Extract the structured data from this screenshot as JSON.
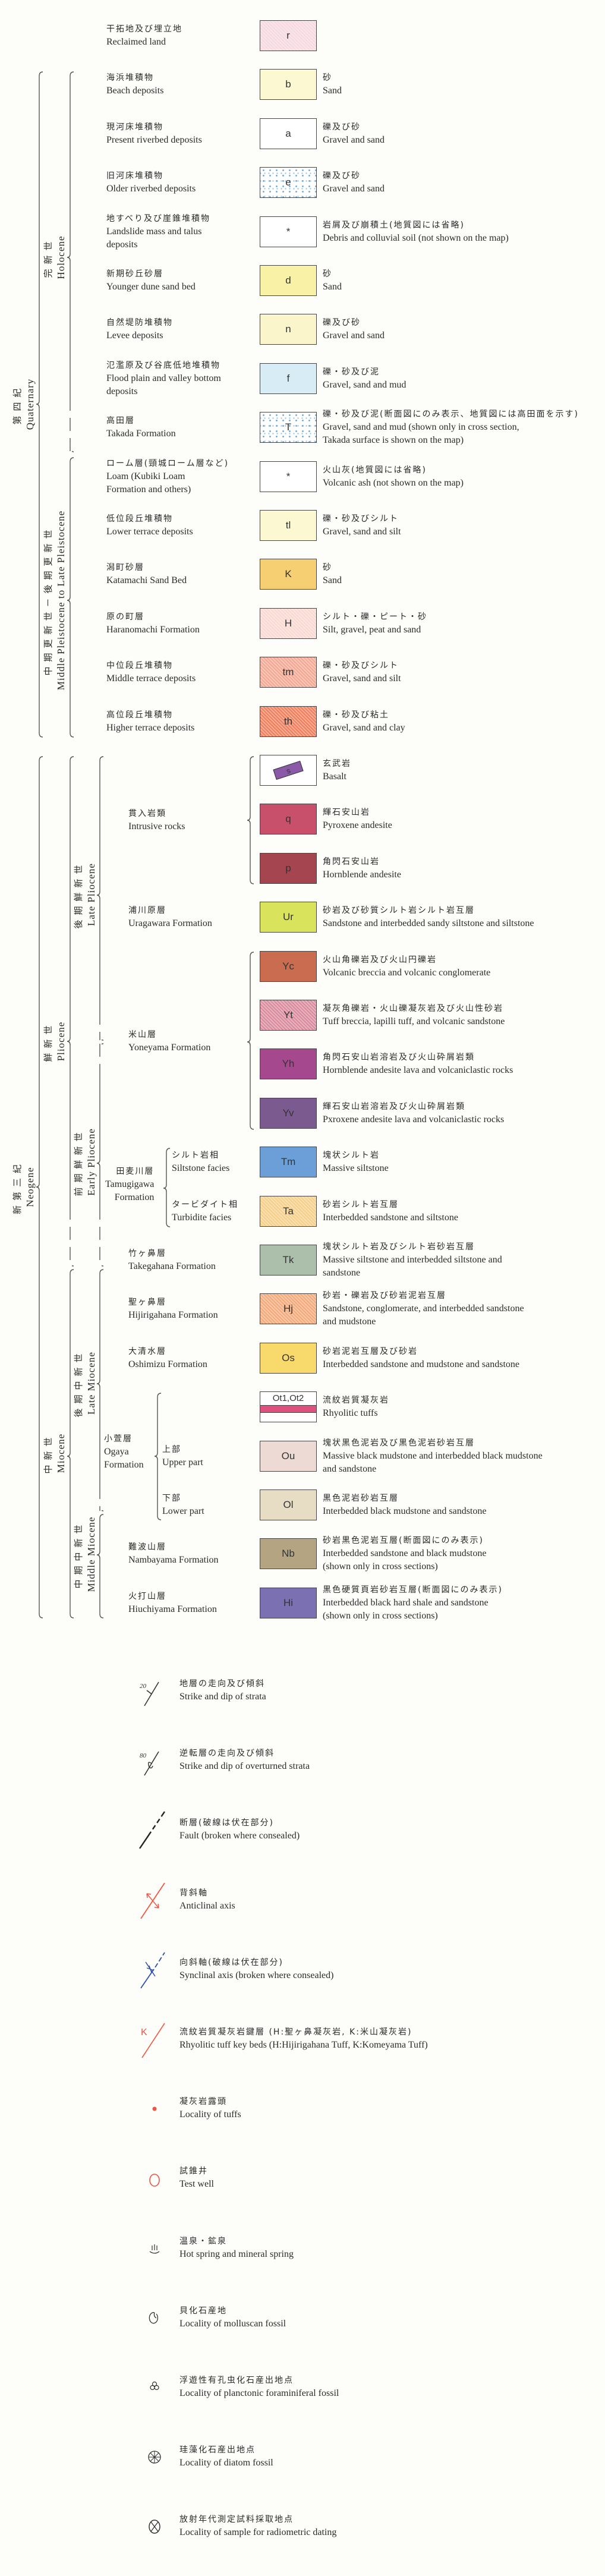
{
  "ages": {
    "quaternary": {
      "ja": "第四紀",
      "en": "Quaternary"
    },
    "holocene": {
      "ja": "完新世",
      "en": "Holocene"
    },
    "pleistocene": {
      "ja": "中期更新世－後期更新世",
      "en": "Middle Pleistocene to Late Pleistocene"
    },
    "neogene": {
      "ja": "新第三紀",
      "en": "Neogene"
    },
    "pliocene": {
      "ja": "鮮新世",
      "en": "Pliocene"
    },
    "miocene": {
      "ja": "中新世",
      "en": "Miocene"
    },
    "late_pliocene": {
      "ja": "後期鮮新世",
      "en": "Late Pliocene"
    },
    "early_pliocene": {
      "ja": "前期鮮新世",
      "en": "Early Pliocene"
    },
    "late_miocene": {
      "ja": "後期中新世",
      "en": "Late Miocene"
    },
    "middle_miocene": {
      "ja": "中期中新世",
      "en": "Middle Miocene"
    }
  },
  "groups": {
    "intrusive": {
      "ja": "貫入岩類",
      "en": "Intrusive rocks"
    },
    "yoneyama": {
      "ja": "米山層",
      "en": "Yoneyama Formation"
    },
    "tamugigawa": {
      "ja": "田麦川層",
      "en": "Tamugigawa\nFormation"
    },
    "ogaya": {
      "ja": "小萱層",
      "en": "Ogaya\nFormation"
    }
  },
  "formations": [
    {
      "symbol": "r",
      "color": "#f6d9e0",
      "pattern": "hatch",
      "name_ja": "干拓地及び埋立地",
      "name_en": "Reclaimed land",
      "lith_ja": "",
      "lith_en": ""
    },
    {
      "symbol": "b",
      "color": "#fbf8d2",
      "name_ja": "海浜堆積物",
      "name_en": "Beach deposits",
      "lith_ja": "砂",
      "lith_en": "Sand"
    },
    {
      "symbol": "a",
      "color": "#ffffff",
      "name_ja": "現河床堆積物",
      "name_en": "Present riverbed deposits",
      "lith_ja": "礫及び砂",
      "lith_en": "Gravel and sand"
    },
    {
      "symbol": "e",
      "color": "#ffffff",
      "pattern": "dots",
      "name_ja": "旧河床堆積物",
      "name_en": "Older riverbed deposits",
      "lith_ja": "礫及び砂",
      "lith_en": "Gravel and sand"
    },
    {
      "symbol": "*",
      "color": "#ffffff",
      "name_ja": "地すべり及び崖錐堆積物",
      "name_en": "Landslide mass and talus\ndeposits",
      "lith_ja": "岩屑及び崩積土(地質図には省略)",
      "lith_en": "Debris and colluvial soil (not shown on the map)"
    },
    {
      "symbol": "d",
      "color": "#f8f1a6",
      "name_ja": "新期砂丘砂層",
      "name_en": "Younger dune sand bed",
      "lith_ja": "砂",
      "lith_en": "Sand"
    },
    {
      "symbol": "n",
      "color": "#faf5cb",
      "name_ja": "自然堤防堆積物",
      "name_en": "Levee deposits",
      "lith_ja": "礫及び砂",
      "lith_en": "Gravel and sand"
    },
    {
      "symbol": "f",
      "color": "#d7ecf5",
      "name_ja": "氾濫原及び谷底低地堆積物",
      "name_en": "Flood plain and valley bottom\ndeposits",
      "lith_ja": "礫・砂及び泥",
      "lith_en": "Gravel, sand and mud"
    },
    {
      "symbol": "T",
      "color": "#ffffff",
      "pattern": "dots",
      "name_ja": "高田層",
      "name_en": "Takada Formation",
      "lith_ja": "礫・砂及び泥(断面図にのみ表示、地質図には高田面を示す)",
      "lith_en": "Gravel, sand and mud (shown only in cross section,\nTakada surface is shown on the map)"
    },
    {
      "symbol": "*",
      "color": "#ffffff",
      "name_ja": "ローム層(頸城ローム層など)",
      "name_en": "Loam (Kubiki Loam\nFormation and others)",
      "lith_ja": "火山灰(地質図には省略)",
      "lith_en": "Volcanic ash (not shown on the map)"
    },
    {
      "symbol": "tl",
      "color": "#fbf8d2",
      "name_ja": "低位段丘堆積物",
      "name_en": "Lower terrace deposits",
      "lith_ja": "礫・砂及びシルト",
      "lith_en": "Gravel, sand and silt"
    },
    {
      "symbol": "K",
      "color": "#f5cf72",
      "name_ja": "潟町砂層",
      "name_en": "Katamachi Sand Bed",
      "lith_ja": "砂",
      "lith_en": "Sand"
    },
    {
      "symbol": "H",
      "color": "#f9d8d2",
      "pattern": "hatch",
      "name_ja": "原の町層",
      "name_en": "Haranomachi Formation",
      "lith_ja": "シルト・礫・ピート・砂",
      "lith_en": "Silt, gravel, peat and sand"
    },
    {
      "symbol": "tm",
      "color": "#f2a892",
      "pattern": "hatch",
      "name_ja": "中位段丘堆積物",
      "name_en": "Middle terrace deposits",
      "lith_ja": "礫・砂及びシルト",
      "lith_en": "Gravel, sand and silt"
    },
    {
      "symbol": "th",
      "color": "#ee7f5c",
      "pattern": "hatch",
      "name_ja": "高位段丘堆積物",
      "name_en": "Higher terrace deposits",
      "lith_ja": "礫・砂及び粘土",
      "lith_en": "Gravel, sand and clay"
    },
    {
      "symbol": "s",
      "color": "#ffffff",
      "pattern": "basalt",
      "name_ja": "",
      "name_en": "",
      "lith_ja": "玄武岩",
      "lith_en": "Basalt"
    },
    {
      "symbol": "q",
      "color": "#c9506a",
      "name_ja": "",
      "name_en": "",
      "lith_ja": "輝石安山岩",
      "lith_en": "Pyroxene andesite"
    },
    {
      "symbol": "p",
      "color": "#a5454f",
      "name_ja": "",
      "name_en": "",
      "lith_ja": "角閃石安山岩",
      "lith_en": "Hornblende andesite"
    },
    {
      "symbol": "Ur",
      "color": "#d9e35c",
      "name_ja": "浦川原層",
      "name_en": "Uragawara Formation",
      "lith_ja": "砂岩及び砂質シルト岩シルト岩互層",
      "lith_en": "Sandstone and interbedded sandy siltstone and siltstone"
    },
    {
      "symbol": "Yc",
      "color": "#c96c50",
      "name_ja": "",
      "name_en": "",
      "lith_ja": "火山角礫岩及び火山円礫岩",
      "lith_en": "Volcanic breccia and volcanic conglomerate"
    },
    {
      "symbol": "Yt",
      "color": "#d98a9c",
      "pattern": "hatch",
      "name_ja": "",
      "name_en": "",
      "lith_ja": "凝灰角礫岩・火山礫凝灰岩及び火山性砂岩",
      "lith_en": "Tuff breccia, lapilli tuff, and volcanic sandstone"
    },
    {
      "symbol": "Yh",
      "color": "#a6488e",
      "name_ja": "",
      "name_en": "",
      "lith_ja": "角閃石安山岩溶岩及び火山砕屑岩類",
      "lith_en": "Hornblende andesite lava and volcaniclastic rocks"
    },
    {
      "symbol": "Yv",
      "color": "#7b5b8f",
      "name_ja": "",
      "name_en": "",
      "lith_ja": "輝石安山岩溶岩及び火山砕屑岩類",
      "lith_en": "Pxroxene andesite lava and volcaniclastic rocks"
    },
    {
      "symbol": "Tm",
      "color": "#6c9fd8",
      "name_ja": "シルト岩相",
      "name_en": "Siltstone facies",
      "lith_ja": "塊状シルト岩",
      "lith_en": "Massive siltstone"
    },
    {
      "symbol": "Ta",
      "color": "#f6cf88",
      "pattern": "hatch",
      "name_ja": "タービダイト相",
      "name_en": "Turbidite facies",
      "lith_ja": "砂岩シルト岩互層",
      "lith_en": "Interbedded sandstone and siltstone"
    },
    {
      "symbol": "Tk",
      "color": "#abbfaa",
      "name_ja": "竹ヶ鼻層",
      "name_en": "Takegahana Formation",
      "lith_ja": "塊状シルト岩及びシルト岩砂岩互層",
      "lith_en": "Massive siltstone and interbedded siltstone and\nsandstone"
    },
    {
      "symbol": "Hj",
      "color": "#f3aa7a",
      "pattern": "hatch",
      "name_ja": "聖ヶ鼻層",
      "name_en": "Hijirigahana Formation",
      "lith_ja": "砂岩・礫岩及び砂岩泥岩互層",
      "lith_en": "Sandstone, conglomerate, and interbedded sandstone\nand mudstone"
    },
    {
      "symbol": "Os",
      "color": "#f8d96c",
      "name_ja": "大清水層",
      "name_en": "Oshimizu Formation",
      "lith_ja": "砂岩泥岩互層及び砂岩",
      "lith_en": "Interbedded sandstone and mudstone and sandstone"
    },
    {
      "symbol": "Ot1,Ot2",
      "color": "#ffffff",
      "pattern": "tuff",
      "name_ja": "",
      "name_en": "",
      "lith_ja": "流紋岩質凝灰岩",
      "lith_en": "Rhyolitic tuffs"
    },
    {
      "symbol": "Ou",
      "color": "#eedad4",
      "name_ja": "上部",
      "name_en": "Upper part",
      "lith_ja": "塊状黒色泥岩及び黒色泥岩砂岩互層",
      "lith_en": "Massive black mudstone and interbedded black mudstone\nand sandstone"
    },
    {
      "symbol": "Ol",
      "color": "#e6ddc4",
      "name_ja": "下部",
      "name_en": "Lower part",
      "lith_ja": "黒色泥岩砂岩互層",
      "lith_en": "Interbedded black mudstone and sandstone"
    },
    {
      "symbol": "Nb",
      "color": "#b4a482",
      "name_ja": "難波山層",
      "name_en": "Nambayama Formation",
      "lith_ja": "砂岩黒色泥岩互層(断面図にのみ表示)",
      "lith_en": "Interbedded sandstone and black mudstone\n(shown only in cross sections)"
    },
    {
      "symbol": "Hi",
      "color": "#7b71b2",
      "name_ja": "火打山層",
      "name_en": "Hiuchiyama Formation",
      "lith_ja": "黒色硬質頁岩砂岩互層(断面図にのみ表示)",
      "lith_en": "Interbedded black hard shale and sandstone\n(shown only in cross sections)"
    }
  ],
  "symbols": [
    {
      "icon": "strike-dip-icon",
      "icon_text": "20",
      "ja": "地層の走向及び傾斜",
      "en": "Strike and dip of strata"
    },
    {
      "icon": "overturned-strike-dip-icon",
      "icon_text": "80",
      "ja": "逆転層の走向及び傾斜",
      "en": "Strike and dip of overturned strata"
    },
    {
      "icon": "fault-icon",
      "ja": "断層(破線は伏在部分)",
      "en": "Fault (broken where consealed)"
    },
    {
      "icon": "anticline-icon",
      "ja": "背斜軸",
      "en": "Anticlinal axis"
    },
    {
      "icon": "syncline-icon",
      "ja": "向斜軸(破線は伏在部分)",
      "en": "Synclinal axis (broken where consealed)"
    },
    {
      "icon": "tuff-key-bed-icon",
      "icon_text": "K",
      "ja": "流紋岩質凝灰岩鍵層 (H:聖ヶ鼻凝灰岩, K:米山凝灰岩)",
      "en": "Rhyolitic tuff key beds (H:Hijirigahana Tuff, K:Komeyama Tuff)"
    },
    {
      "icon": "tuff-locality-icon",
      "ja": "凝灰岩露頭",
      "en": "Locality of tuffs"
    },
    {
      "icon": "test-well-icon",
      "ja": "試錐井",
      "en": "Test well"
    },
    {
      "icon": "hot-spring-icon",
      "ja": "温泉・鉱泉",
      "en": "Hot spring and mineral spring"
    },
    {
      "icon": "mollusc-fossil-icon",
      "ja": "貝化石産地",
      "en": "Locality of molluscan fossil"
    },
    {
      "icon": "foraminifera-fossil-icon",
      "ja": "浮遊性有孔虫化石産出地点",
      "en": "Locality of planctonic foraminiferal fossil"
    },
    {
      "icon": "diatom-fossil-icon",
      "ja": "珪藻化石産出地点",
      "en": "Locality of diatom fossil"
    },
    {
      "icon": "radiometric-sample-icon",
      "ja": "放射年代測定試料採取地点",
      "en": "Locality of sample for radiometric dating"
    }
  ]
}
